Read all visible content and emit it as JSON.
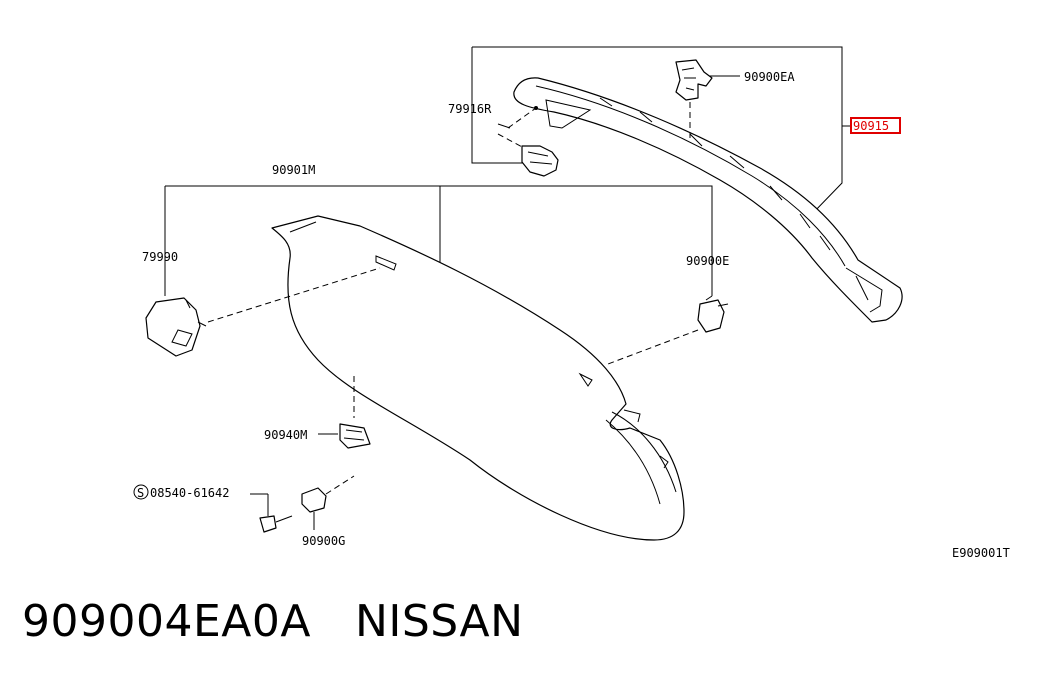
{
  "diagram": {
    "callouts": {
      "p79916r": "79916R",
      "p90900ea": "90900EA",
      "p90915": "90915",
      "p90901m": "90901M",
      "p79990": "79990",
      "p90900e": "90900E",
      "p90940m": "90940M",
      "p08540": "08540-61642",
      "p08540_symbol": "S",
      "p90900g": "90900G"
    },
    "highlighted_part": "90915",
    "highlight_color": "#e00000",
    "figure_code": "E909001T"
  },
  "footer": {
    "part_number": "909004EA0A",
    "brand": "NISSAN"
  }
}
